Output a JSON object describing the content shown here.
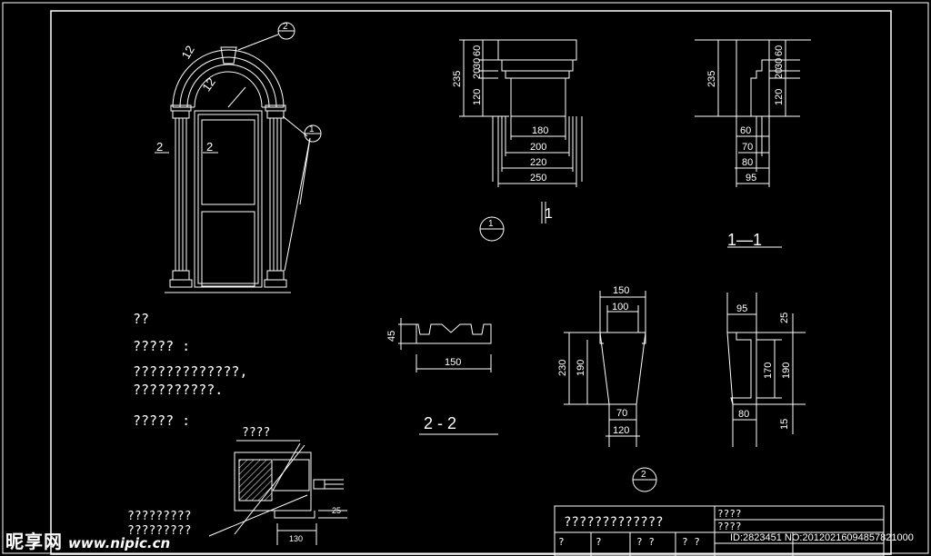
{
  "door": {
    "arch_label": "12",
    "side_label_left": "2",
    "side_label_center": "2",
    "callout_top": "2",
    "callout_side": "1"
  },
  "section_1": {
    "label": "1",
    "vertical_dims": [
      "235",
      "60",
      "30",
      "20",
      "120"
    ],
    "horizontal_dims": [
      "180",
      "200",
      "220",
      "250"
    ],
    "callout": "1"
  },
  "section_1_1": {
    "title": "1—1",
    "vertical_dims": [
      "235",
      "60",
      "30",
      "20",
      "120"
    ],
    "horizontal_dims": [
      "60",
      "70",
      "80",
      "95"
    ]
  },
  "section_2_2": {
    "title": "2 - 2",
    "dims": [
      "45",
      "150"
    ]
  },
  "keystone_front": {
    "dims_top": [
      "150",
      "100"
    ],
    "dims_side": [
      "230",
      "190"
    ],
    "dims_bottom": [
      "70",
      "120"
    ],
    "callout": "2"
  },
  "keystone_side": {
    "dims_top": [
      "95"
    ],
    "dims_side": [
      "25",
      "170",
      "190",
      "15"
    ],
    "dims_bottom": [
      "80"
    ]
  },
  "notes": {
    "heading": "??",
    "line1": "????? :",
    "line2": "?????????????,",
    "line3": "??????????.",
    "line4": "????? :"
  },
  "detail": {
    "label_top": "????",
    "label_left1": "?????????",
    "label_left2": "?????????",
    "dim_small": "25",
    "dim_bottom": "130"
  },
  "title_block": {
    "main": "?????????????",
    "cell1": "????",
    "cell2": "????",
    "bottom_cells": [
      "?",
      "?",
      "? ?",
      "? ?"
    ]
  },
  "watermark": {
    "brand": "昵享网",
    "url": "www.nipic.cn",
    "id_text": "ID:2823451 NO:20120216094857821000"
  }
}
